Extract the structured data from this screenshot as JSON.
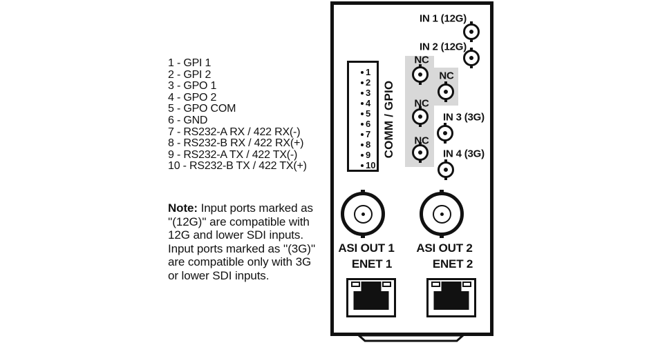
{
  "diagram": {
    "pin_list": [
      "1 - GPI 1",
      "2 - GPI 2",
      "3 - GPO 1",
      "4 - GPO 2",
      "5 - GPO COM",
      "6 - GND",
      "7 - RS232-A RX / 422 RX(-)",
      "8 - RS232-B RX / 422 RX(+)",
      "9 - RS232-A TX / 422 TX(-)",
      "10 - RS232-B TX / 422 TX(+)"
    ],
    "note": {
      "prefix": "Note:",
      "line1_rest": " Input ports marked as",
      "lines": [
        "''(12G)'' are compatible with",
        "12G and lower SDI inputs.",
        "Input ports marked as ''(3G)''",
        "are compatible only with 3G",
        "or lower SDI inputs."
      ]
    },
    "panel": {
      "comm_gpio_label": "COMM / GPIO",
      "pins": [
        "1",
        "2",
        "3",
        "4",
        "5",
        "6",
        "7",
        "8",
        "9",
        "10"
      ],
      "labels": {
        "in1": "IN 1 (12G)",
        "in2": "IN 2 (12G)",
        "in3": "IN 3 (3G)",
        "in4": "IN 4 (3G)",
        "nc": "NC",
        "asi1": "ASI OUT 1",
        "asi2": "ASI OUT 2",
        "enet1": "ENET 1",
        "enet2": "ENET 2"
      },
      "colors": {
        "line": "#111111",
        "shade": "#d8d8d8"
      }
    }
  }
}
